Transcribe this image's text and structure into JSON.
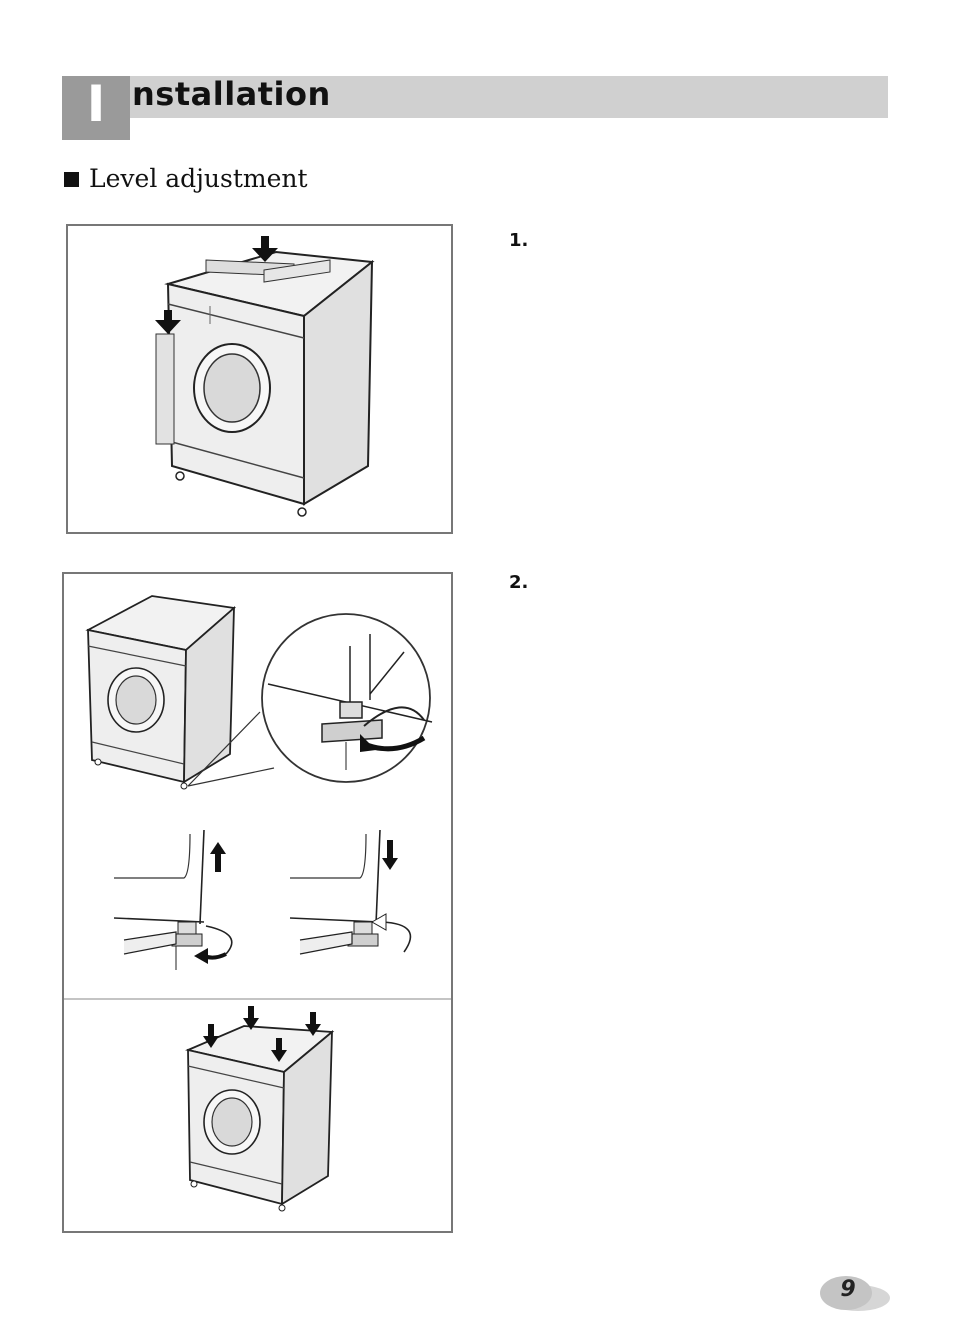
{
  "header": {
    "initial": "I",
    "rest": "nstallation"
  },
  "section": {
    "title": "Level adjustment"
  },
  "steps": [
    {
      "number": "1."
    },
    {
      "number": "2."
    }
  ],
  "page": {
    "number": "9"
  }
}
